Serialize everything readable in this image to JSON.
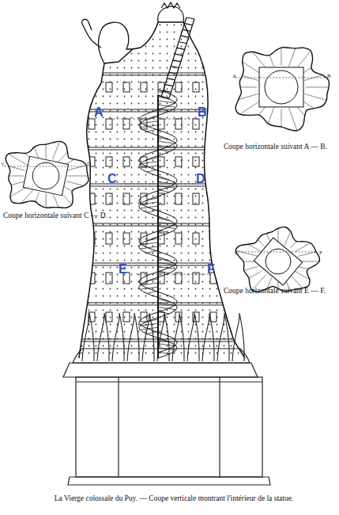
{
  "diagram": {
    "caption": "La Vierge colossale du Puy. — Coupe verticale montrant l'intérieur de la statue.",
    "labels": [
      "A",
      "B",
      "C",
      "D",
      "E",
      "F",
      "A",
      "B",
      "C",
      "D",
      "E",
      "F",
      "Coupe horizontale suivant A — B.",
      "Coupe horizontale suivant C — D.",
      "Coupe horizontale suivant E — F."
    ]
  }
}
